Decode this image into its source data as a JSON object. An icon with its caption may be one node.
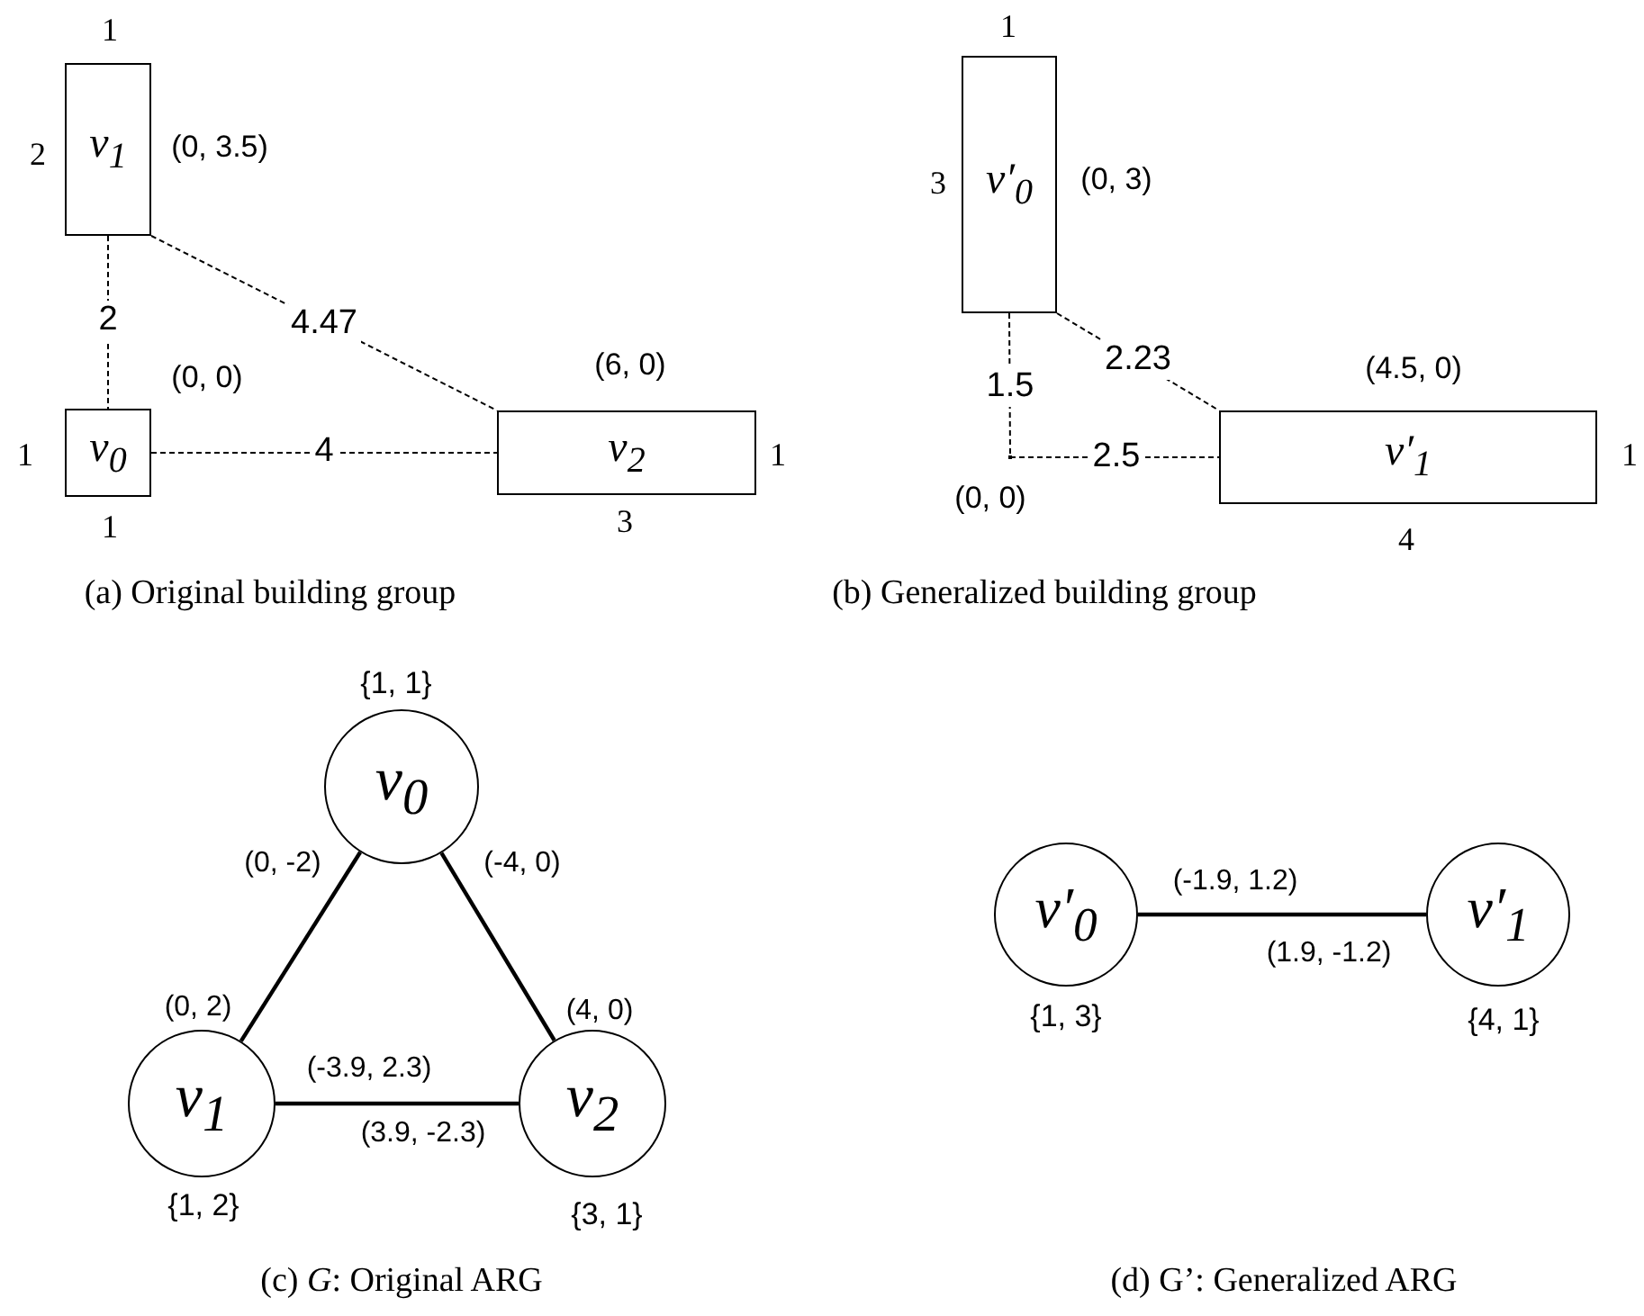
{
  "diagram": {
    "nodes": [
      {
        "text": [
          "v$_{1}$"
        ],
        "beside": [
          "1",
          "2",
          "(0, 3.5)"
        ]
      },
      {
        "text": [
          "v$_{0}$"
        ],
        "beside": [
          "(0, 0)",
          "1",
          "1"
        ]
      },
      {
        "text": [
          "v$_{2}$"
        ],
        "beside": [
          "(6, 0)",
          "1",
          "3"
        ]
      },
      {
        "text": [
          "v′$_{0}$"
        ],
        "beside": [
          "1",
          "3",
          "(0, 3)"
        ]
      },
      {
        "text": [],
        "shape": "point",
        "beside": [
          "(0, 0)"
        ]
      },
      {
        "text": [
          "v′$_{1}$"
        ],
        "beside": [
          "(4.5, 0)",
          "1",
          "4"
        ]
      },
      {
        "text": [
          "v$_{0}$"
        ],
        "beside": [
          "{1, 1}"
        ]
      },
      {
        "text": [
          "v$_{1}$"
        ],
        "beside": [
          "{1, 2}"
        ]
      },
      {
        "text": [
          "v$_{2}$"
        ],
        "beside": [
          "{3, 1}"
        ]
      },
      {
        "text": [
          "v′$_{0}$"
        ],
        "beside": [
          "{1, 3}"
        ]
      },
      {
        "text": [
          "v′$_{1}$"
        ],
        "beside": [
          "{4, 1}"
        ]
      }
    ],
    "edges": [
      {
        "from": 0,
        "to": 1,
        "arrow": "none",
        "label": "2",
        "style": "dashed"
      },
      {
        "from": 0,
        "to": 2,
        "arrow": "none",
        "label": "4.47",
        "style": "dashed"
      },
      {
        "from": 1,
        "to": 2,
        "arrow": "none",
        "label": "4",
        "style": "dashed"
      },
      {
        "from": 3,
        "to": 4,
        "arrow": "none",
        "label": "1.5",
        "style": "dashed"
      },
      {
        "from": 3,
        "to": 5,
        "arrow": "none",
        "label": "2.23",
        "style": "dashed"
      },
      {
        "from": 4,
        "to": 5,
        "arrow": "none",
        "label": "2.5",
        "style": "dashed"
      },
      {
        "from": 6,
        "to": 7,
        "arrow": "none"
      },
      {
        "from": 6,
        "to": 8,
        "arrow": "none"
      },
      {
        "from": 7,
        "to": 8,
        "arrow": "none"
      },
      {
        "from": 9,
        "to": 10,
        "arrow": "none"
      }
    ],
    "labels": [
      "(a) Original building group",
      "(b) Generalized building group",
      "(0, -2)",
      "(-4, 0)",
      "(0, 2)",
      "(4, 0)",
      "(-3.9, 2.3)",
      "(3.9, -2.3)",
      "(c) *G*: Original ARG",
      "(-1.9, 1.2)",
      "(1.9, -1.2)",
      "(d) G’: Generalized ARG"
    ]
  }
}
